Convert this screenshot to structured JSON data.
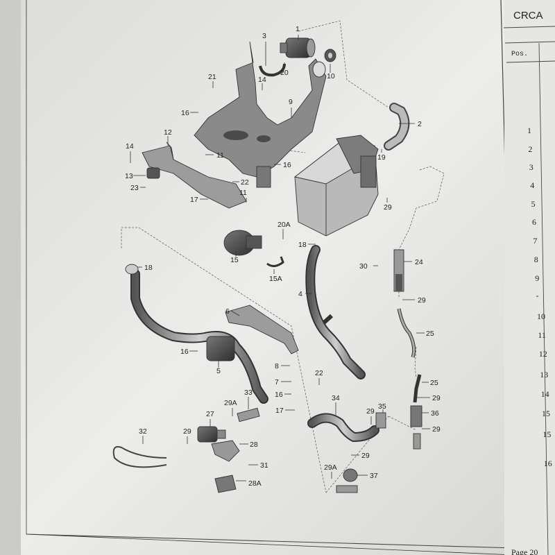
{
  "header": {
    "code": "CRCA",
    "pos_label": "Pos."
  },
  "footer": {
    "page": "Page 20"
  },
  "callouts": [
    {
      "id": "c1",
      "label": "1"
    },
    {
      "id": "c2",
      "label": "2"
    },
    {
      "id": "c3",
      "label": "3"
    },
    {
      "id": "c4",
      "label": "4"
    },
    {
      "id": "c5",
      "label": "5"
    },
    {
      "id": "c6",
      "label": "6"
    },
    {
      "id": "c7",
      "label": "7"
    },
    {
      "id": "c8",
      "label": "8"
    },
    {
      "id": "c9",
      "label": "9"
    },
    {
      "id": "c10",
      "label": "10"
    },
    {
      "id": "c11a",
      "label": "11"
    },
    {
      "id": "c11b",
      "label": "11"
    },
    {
      "id": "c12",
      "label": "12"
    },
    {
      "id": "c13",
      "label": "13"
    },
    {
      "id": "c14a",
      "label": "14"
    },
    {
      "id": "c14b",
      "label": "14"
    },
    {
      "id": "c15",
      "label": "15"
    },
    {
      "id": "c15a",
      "label": "15A"
    },
    {
      "id": "c16a",
      "label": "16"
    },
    {
      "id": "c16b",
      "label": "16"
    },
    {
      "id": "c16c",
      "label": "16"
    },
    {
      "id": "c16d",
      "label": "16"
    },
    {
      "id": "c17a",
      "label": "17"
    },
    {
      "id": "c17b",
      "label": "17"
    },
    {
      "id": "c18a",
      "label": "18"
    },
    {
      "id": "c18b",
      "label": "18"
    },
    {
      "id": "c19",
      "label": "19"
    },
    {
      "id": "c20",
      "label": "20"
    },
    {
      "id": "c20a",
      "label": "20A"
    },
    {
      "id": "c21",
      "label": "21"
    },
    {
      "id": "c22a",
      "label": "22"
    },
    {
      "id": "c22b",
      "label": "22"
    },
    {
      "id": "c23",
      "label": "23"
    },
    {
      "id": "c24",
      "label": "24"
    },
    {
      "id": "c25a",
      "label": "25"
    },
    {
      "id": "c25b",
      "label": "25"
    },
    {
      "id": "c27",
      "label": "27"
    },
    {
      "id": "c28",
      "label": "28"
    },
    {
      "id": "c28a",
      "label": "28A"
    },
    {
      "id": "c29a",
      "label": "29"
    },
    {
      "id": "c29b",
      "label": "29"
    },
    {
      "id": "c29c",
      "label": "29"
    },
    {
      "id": "c29d",
      "label": "29"
    },
    {
      "id": "c29e",
      "label": "29"
    },
    {
      "id": "c29f",
      "label": "29"
    },
    {
      "id": "c29g",
      "label": "29"
    },
    {
      "id": "c29h",
      "label": "29"
    },
    {
      "id": "c29A1",
      "label": "29A"
    },
    {
      "id": "c29A2",
      "label": "29A"
    },
    {
      "id": "c30",
      "label": "30"
    },
    {
      "id": "c31",
      "label": "31"
    },
    {
      "id": "c32",
      "label": "32"
    },
    {
      "id": "c33",
      "label": "33"
    },
    {
      "id": "c34",
      "label": "34"
    },
    {
      "id": "c35",
      "label": "35"
    },
    {
      "id": "c36",
      "label": "36"
    },
    {
      "id": "c37",
      "label": "37"
    }
  ],
  "table_positions": [
    "1",
    "2",
    "3",
    "4",
    "5",
    "6",
    "7",
    "8",
    "9",
    "-",
    "10",
    "11",
    "12",
    "13",
    "14",
    "15",
    "15",
    "16"
  ]
}
